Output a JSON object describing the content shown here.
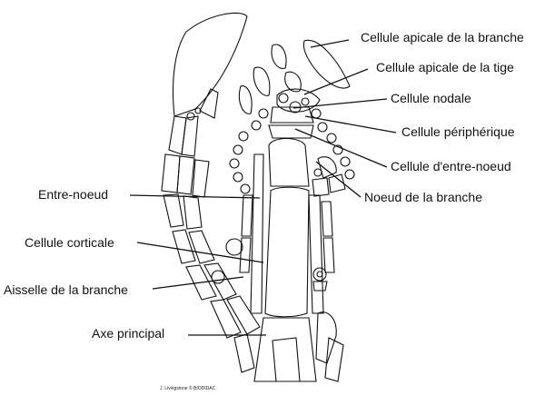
{
  "labels": {
    "branch_apical_cell": "Cellule apicale de la branche",
    "stem_apical_cell": "Cellule apicale de la tige",
    "nodal_cell": "Cellule nodale",
    "peripheral_cell": "Cellule périphérique",
    "internode_cell": "Cellule d'entre-noeud",
    "branch_node": "Noeud de la branche",
    "internode": "Entre-noeud",
    "cortical_cell": "Cellule corticale",
    "branch_axil": "Aisselle de la branche",
    "main_axis": "Axe principal"
  },
  "credit": "J. Livingstone © BIODIDAC"
}
